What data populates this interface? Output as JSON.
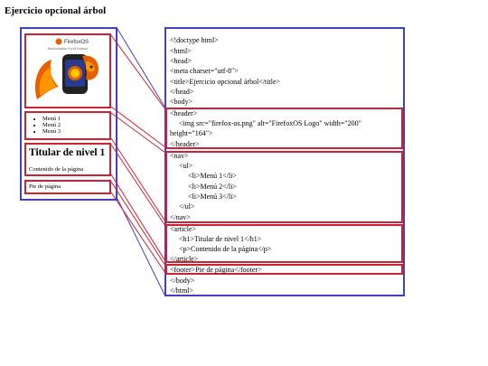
{
  "title": "Ejercicio opcional árbol",
  "logo": {
    "brand": "FirefoxOS",
    "tagline": "Best Animation For All Explorer"
  },
  "rendered": {
    "nav_items": [
      "Menú 1",
      "Menú 2",
      "Menú 3"
    ],
    "h1": "Titular de nivel 1",
    "paragraph": "Contenido de la página",
    "footer": "Pie de página"
  },
  "code_lines": [
    "<!doctype html>",
    "<html>",
    "<head>",
    "<meta charset=\"utf-8\">",
    "<title>Ejercicio opcional árbol</title>",
    "</head>",
    "<body>",
    "<header>",
    "<img src=\"firefox-os.png\" alt=\"FirefoxOS Logo\" width=\"200\"",
    "height=\"164\">",
    "</header>",
    "<nav>",
    "<ul>",
    "<li>Menú 1</li>",
    "<li>Menú 2</li>",
    "<li>Menú 3</li>",
    "</ul>",
    "</nav>",
    "<article>",
    "<h1>Titular de nivel 1</h1>",
    "<p>Contenido de la página</p>",
    "</article>",
    "<footer>Pie de página</footer>",
    "</body>",
    "</html>"
  ],
  "colors": {
    "container": "#4040c0",
    "highlight": "#cc2233"
  }
}
